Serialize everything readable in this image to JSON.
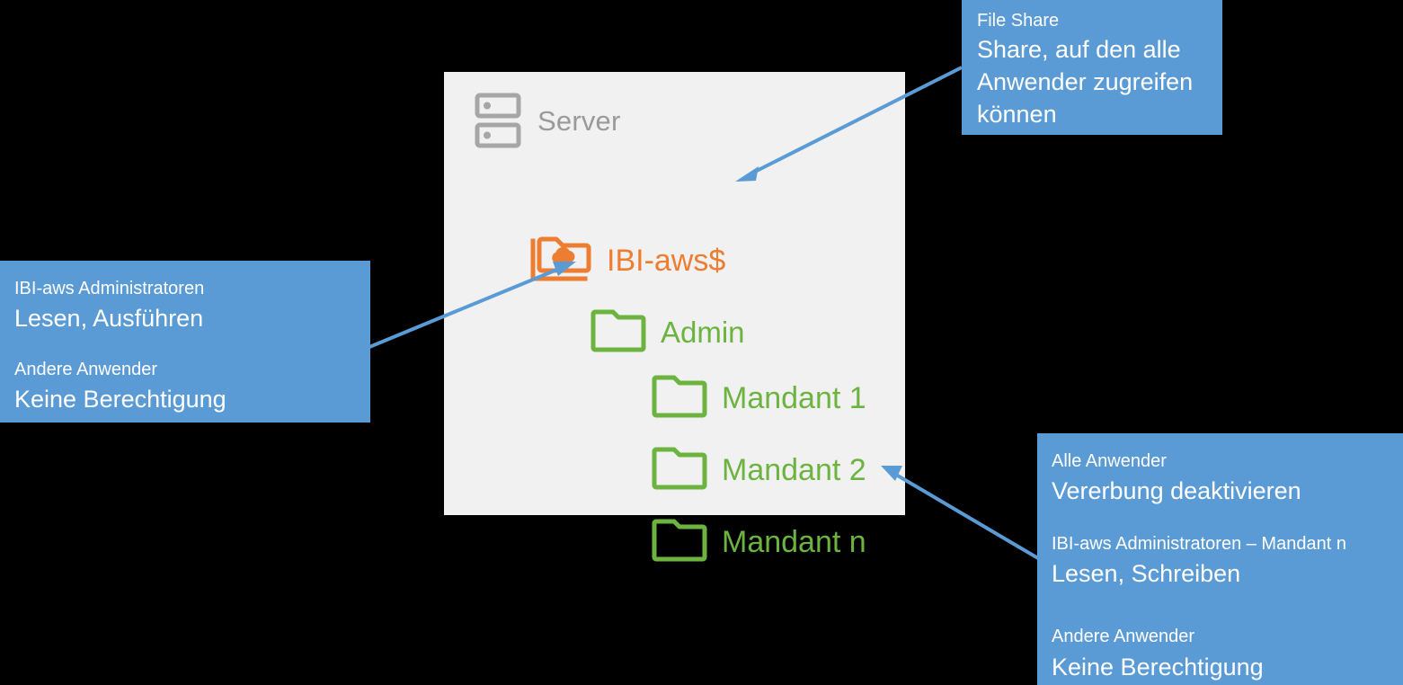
{
  "diagram": {
    "title": "Server file share permission structure",
    "colors": {
      "panel_background": "#f1f1f1",
      "callout_blue": "#5B9BD5",
      "share_orange": "#ED7D31",
      "folder_green": "#6CB33F",
      "server_gray": "#9a9a9a",
      "canvas_black": "#000000"
    }
  },
  "panel": {
    "server_label": "Server",
    "nodes": [
      {
        "id": "share",
        "label": "IBI-aws$",
        "icon": "cloud-folder-icon",
        "color": "#ED7D31"
      },
      {
        "id": "admin",
        "label": "Admin",
        "icon": "folder-icon",
        "color": "#6CB33F"
      },
      {
        "id": "mandant1",
        "label": "Mandant 1",
        "icon": "folder-icon",
        "color": "#6CB33F"
      },
      {
        "id": "mandant2",
        "label": "Mandant 2",
        "icon": "folder-icon",
        "color": "#6CB33F"
      },
      {
        "id": "mandantn",
        "label": "Mandant n",
        "icon": "folder-icon",
        "color": "#6CB33F"
      }
    ]
  },
  "callouts": {
    "top_right": {
      "heading": "File Share",
      "body_lines": [
        "Share, auf den alle",
        "Anwender zugreifen",
        "können"
      ]
    },
    "left": {
      "blocks": [
        {
          "heading": "IBI-aws Administratoren",
          "value": "Lesen, Ausführen"
        },
        {
          "heading": "Andere Anwender",
          "value": "Keine Berechtigung"
        }
      ]
    },
    "bottom_right": {
      "blocks": [
        {
          "heading": "Alle Anwender",
          "value": "Vererbung deaktivieren"
        },
        {
          "heading": "IBI-aws Administratoren – Mandant n",
          "value": "Lesen, Schreiben"
        },
        {
          "heading": "Andere Anwender",
          "value": "Keine Berechtigung"
        }
      ]
    }
  },
  "arrows": [
    {
      "id": "arrow-to-share",
      "from": "top-right-callout",
      "to": "IBI-aws$",
      "color": "#5B9BD5"
    },
    {
      "id": "arrow-to-admin",
      "from": "left-callout",
      "to": "Admin",
      "color": "#5B9BD5"
    },
    {
      "id": "arrow-to-mandantn",
      "from": "bottom-right-callout",
      "to": "Mandant n",
      "color": "#5B9BD5"
    }
  ]
}
